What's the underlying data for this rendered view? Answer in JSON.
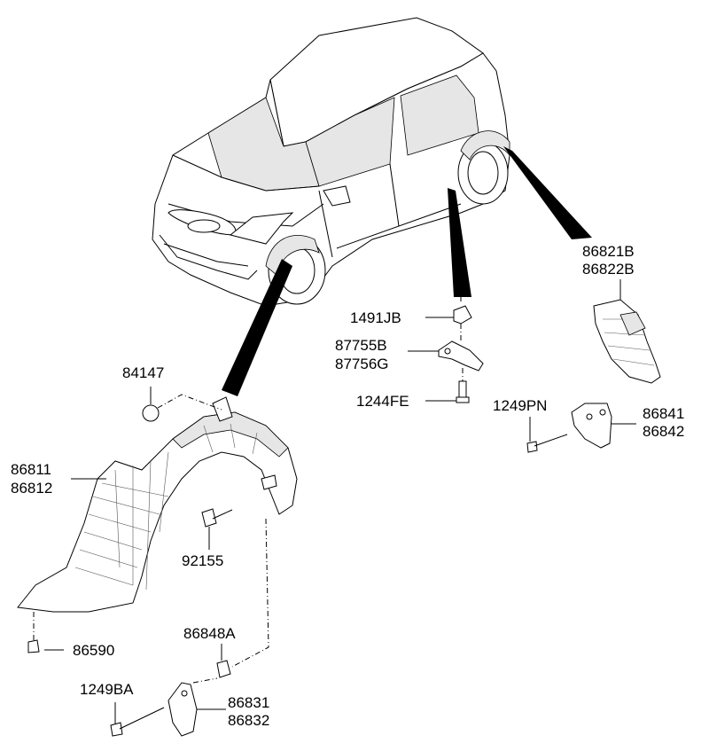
{
  "labels": {
    "p86821B": "86821B",
    "p86822B": "86822B",
    "p1491JB": "1491JB",
    "p87755B": "87755B",
    "p87756G": "87756G",
    "p1244FE": "1244FE",
    "p1249PN": "1249PN",
    "p86841": "86841",
    "p86842": "86842",
    "p84147": "84147",
    "p86811": "86811",
    "p86812": "86812",
    "p92155": "92155",
    "p86590": "86590",
    "p86848A": "86848A",
    "p1249BA": "1249BA",
    "p86831": "86831",
    "p86832": "86832"
  }
}
